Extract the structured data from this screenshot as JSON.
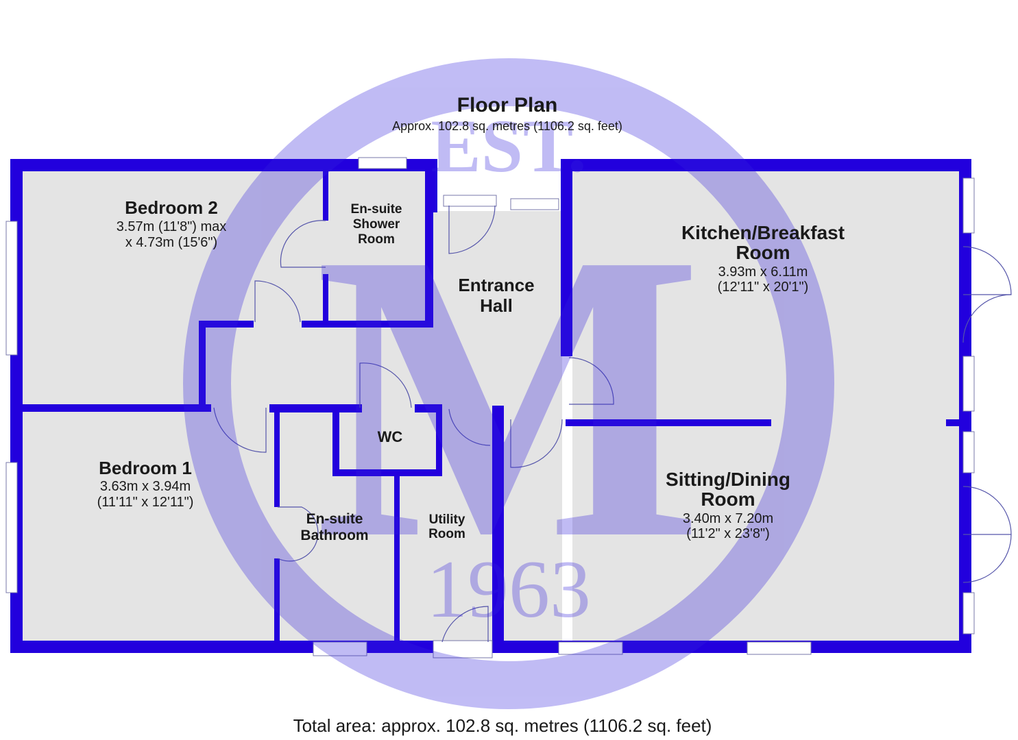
{
  "title": "Floor Plan",
  "subtitle": "Approx. 102.8 sq. metres (1106.2 sq. feet)",
  "total_area": "Total area: approx. 102.8 sq. metres (1106.2 sq. feet)",
  "colors": {
    "wall": "#2200dd",
    "floor": "#e4e4e4",
    "watermark": "#b8b2f0"
  },
  "watermark": {
    "top": "EST.",
    "letter": "M",
    "year": "1963"
  },
  "rooms": {
    "bedroom2": {
      "name": "Bedroom 2",
      "dim1": "3.57m (11'8\") max",
      "dim2": "x 4.73m (15'6\")"
    },
    "shower": {
      "line1": "En-suite",
      "line2": "Shower",
      "line3": "Room"
    },
    "hall": {
      "line1": "Entrance",
      "line2": "Hall"
    },
    "kitchen": {
      "line1": "Kitchen/Breakfast",
      "line2": "Room",
      "dim1": "3.93m x 6.11m",
      "dim2": "(12'11\" x 20'1\")"
    },
    "bedroom1": {
      "name": "Bedroom 1",
      "dim1": "3.63m x 3.94m",
      "dim2": "(11'11\" x 12'11\")"
    },
    "wc": {
      "name": "WC"
    },
    "bathroom": {
      "line1": "En-suite",
      "line2": "Bathroom"
    },
    "utility": {
      "line1": "Utility",
      "line2": "Room"
    },
    "sitting": {
      "line1": "Sitting/Dining",
      "line2": "Room",
      "dim1": "3.40m x 7.20m",
      "dim2": "(11'2\" x 23'8\")"
    }
  }
}
